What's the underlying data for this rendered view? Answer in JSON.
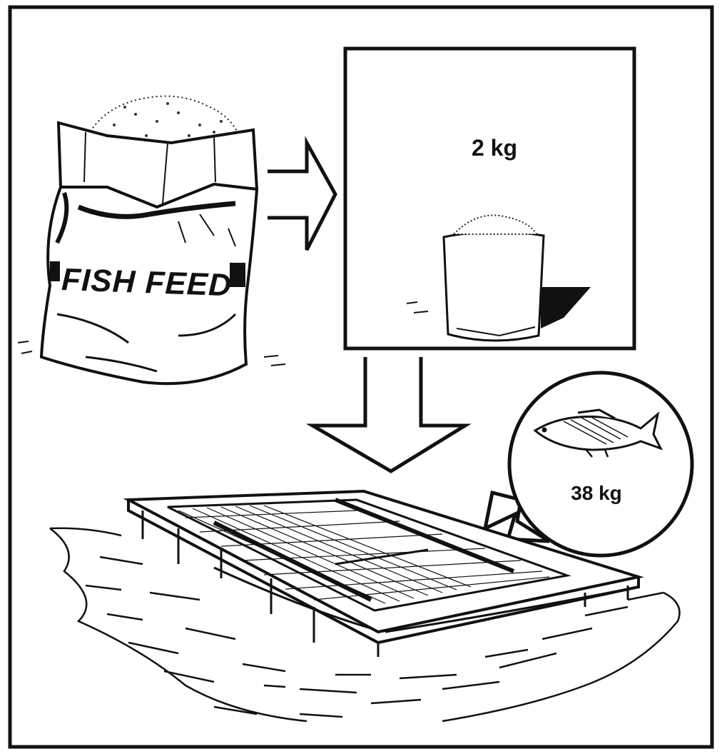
{
  "diagram": {
    "bag": {
      "label": "FISH FEED"
    },
    "portion_box": {
      "label": "2 kg"
    },
    "fish_bubble": {
      "label": "38 kg",
      "icon": "fish-icon"
    },
    "colors": {
      "ink": "#111111",
      "paper": "#ffffff"
    }
  }
}
